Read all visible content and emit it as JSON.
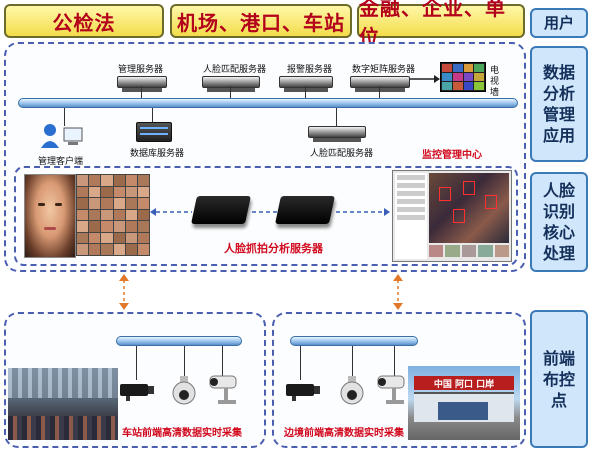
{
  "users": {
    "box1": "公检法",
    "box2": "机场、港口、车站",
    "box3": "金融、企业、单位"
  },
  "side_labels": {
    "user": "用户",
    "data": "数据分析管理应用",
    "face": "人脸识别核心处理",
    "front": "前端布控点"
  },
  "top_panel": {
    "servers": [
      "管理服务器",
      "人脸匹配服务器",
      "报警服务器",
      "数字矩阵服务器"
    ],
    "tv_wall": "电视墙",
    "client": "管理客户端",
    "db_server": "数据库服务器",
    "face_match_server": "人脸匹配服务器",
    "monitor_center": "监控管理中心"
  },
  "middle": {
    "capture_server": "人脸抓拍分析服务器"
  },
  "bottom": {
    "left_caption": "车站前端高清数据实时采集",
    "right_caption": "边境前端高清数据实时采集",
    "gate_sign": "中国 阿口 口岸"
  },
  "colors": {
    "accent_red": "#d10a1e",
    "panel_border": "#4a5fb0",
    "bus_blue": "#8fbde8",
    "user_box": "#f3dd4b",
    "side_box": "#cfe6fb",
    "arrow_orange": "#e07a2a"
  }
}
